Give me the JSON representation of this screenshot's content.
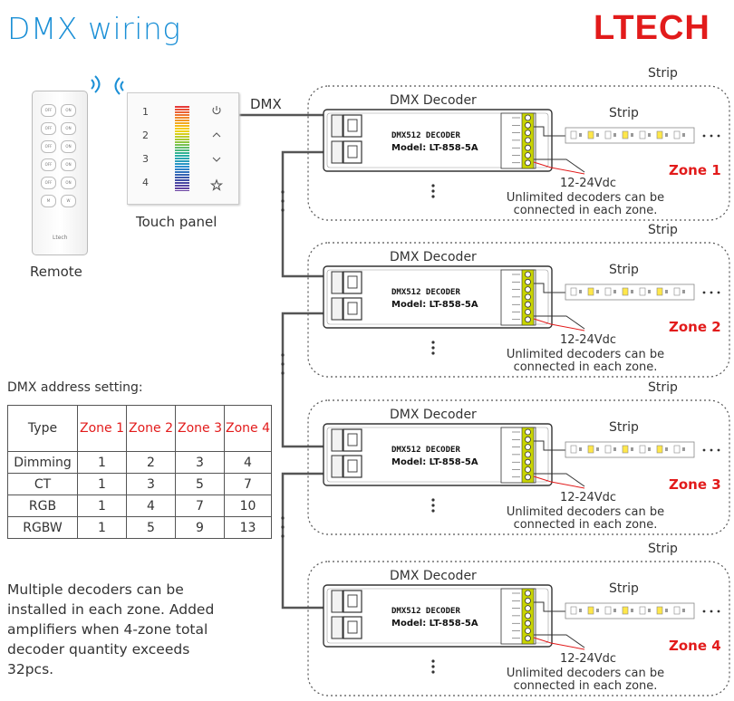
{
  "header": {
    "title": "DMX wiring",
    "brand": "LTECH"
  },
  "devices": {
    "remote_label": "Remote",
    "remote_brand": "Ltech",
    "remote_keys": [
      "OFF",
      "ON",
      "OFF",
      "ON",
      "OFF",
      "ON",
      "OFF",
      "ON",
      "OFF",
      "ON",
      "M",
      "W"
    ],
    "touch_panel_label": "Touch panel",
    "touch_panel_numbers": [
      "1",
      "2",
      "3",
      "4"
    ],
    "dmx_label": "DMX"
  },
  "zones": [
    {
      "name": "Zone 1"
    },
    {
      "name": "Zone 2"
    },
    {
      "name": "Zone 3"
    },
    {
      "name": "Zone 4"
    }
  ],
  "zone_common": {
    "strip_top_label": "Strip",
    "decoder_title": "DMX Decoder",
    "decoder_line1": "DMX512 DECODER",
    "decoder_line2": "Model: LT-858-5A",
    "strip_label": "Strip",
    "voltage": "12-24Vdc",
    "unlimited_line1": "Unlimited decoders can be",
    "unlimited_line2": "connected in each zone."
  },
  "address_setting": {
    "title": "DMX address setting:",
    "headers": [
      "Type",
      "Zone 1",
      "Zone 2",
      "Zone 3",
      "Zone 4"
    ],
    "rows": [
      [
        "Dimming",
        "1",
        "2",
        "3",
        "4"
      ],
      [
        "CT",
        "1",
        "3",
        "5",
        "7"
      ],
      [
        "RGB",
        "1",
        "4",
        "7",
        "10"
      ],
      [
        "RGBW",
        "1",
        "5",
        "9",
        "13"
      ]
    ]
  },
  "note": {
    "lines": [
      "Multiple decoders can be",
      "installed in each zone. Added",
      "amplifiers when 4-zone total",
      "decoder quantity exceeds",
      "32pcs."
    ]
  },
  "colors": {
    "title_blue": "#1a8fd6",
    "brand_red": "#e21b1b",
    "terminal_green": "#c8d400",
    "wire": "#555555"
  }
}
